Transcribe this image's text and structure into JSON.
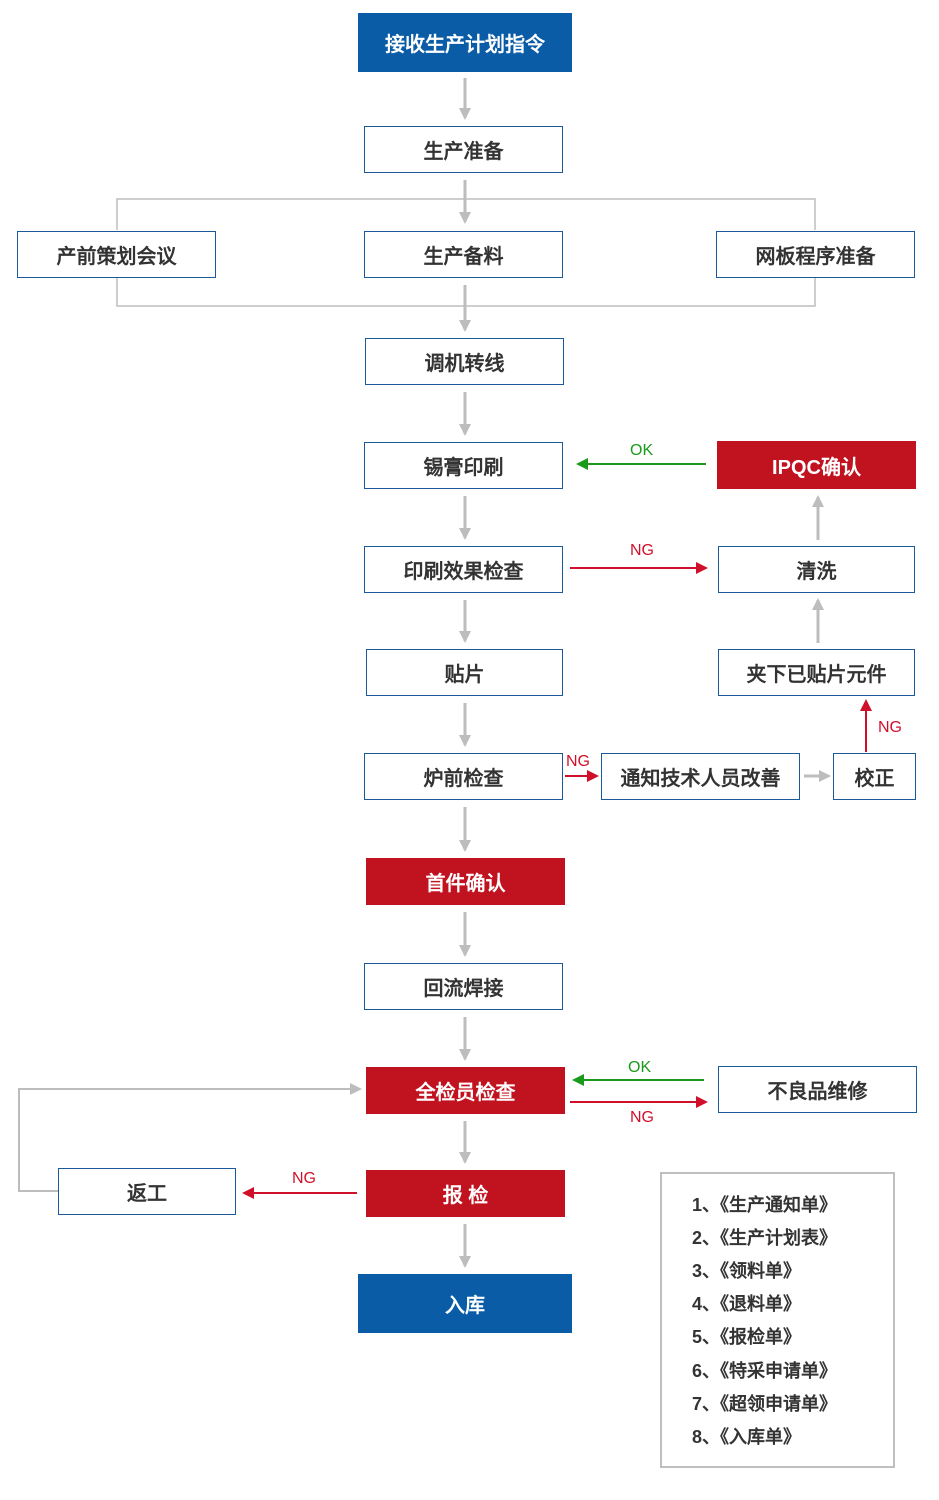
{
  "nodes": {
    "receive_plan": "接收生产计划指令",
    "production_prep": "生产准备",
    "preprod_meeting": "产前策划会议",
    "material_prep": "生产备料",
    "stencil_program": "网板程序准备",
    "machine_setup": "调机转线",
    "solder_paste_print": "锡膏印刷",
    "ipqc_confirm": "IPQC确认",
    "print_inspection": "印刷效果检查",
    "cleaning": "清洗",
    "placement": "贴片",
    "remove_parts": "夹下已贴片元件",
    "pre_oven_check": "炉前检查",
    "notify_tech": "通知技术人员改善",
    "correction": "校正",
    "first_article": "首件确认",
    "reflow": "回流焊接",
    "full_inspection": "全检员检查",
    "defect_repair": "不良品维修",
    "rework": "返工",
    "report_inspection": "报 检",
    "warehouse": "入库"
  },
  "labels": {
    "ok_ipqc": "OK",
    "ng_print": "NG",
    "ng_correction": "NG",
    "ng_pre_oven": "NG",
    "ok_repair": "OK",
    "ng_full_inspection": "NG",
    "ng_report": "NG"
  },
  "documents": [
    "1、《生产通知单》",
    "2、《生产计划表》",
    "3、《领料单》",
    "4、《退料单》",
    "5、《报检单》",
    "6、《特采申请单》",
    "7、《超领申请单》",
    "8、《入库单》"
  ],
  "colors": {
    "blue": "#0b5ca6",
    "red": "#c1121f",
    "ng_arrow": "#d0102a",
    "ok_arrow": "#1a9a1a",
    "gray_arrow": "#bdbdbd"
  }
}
